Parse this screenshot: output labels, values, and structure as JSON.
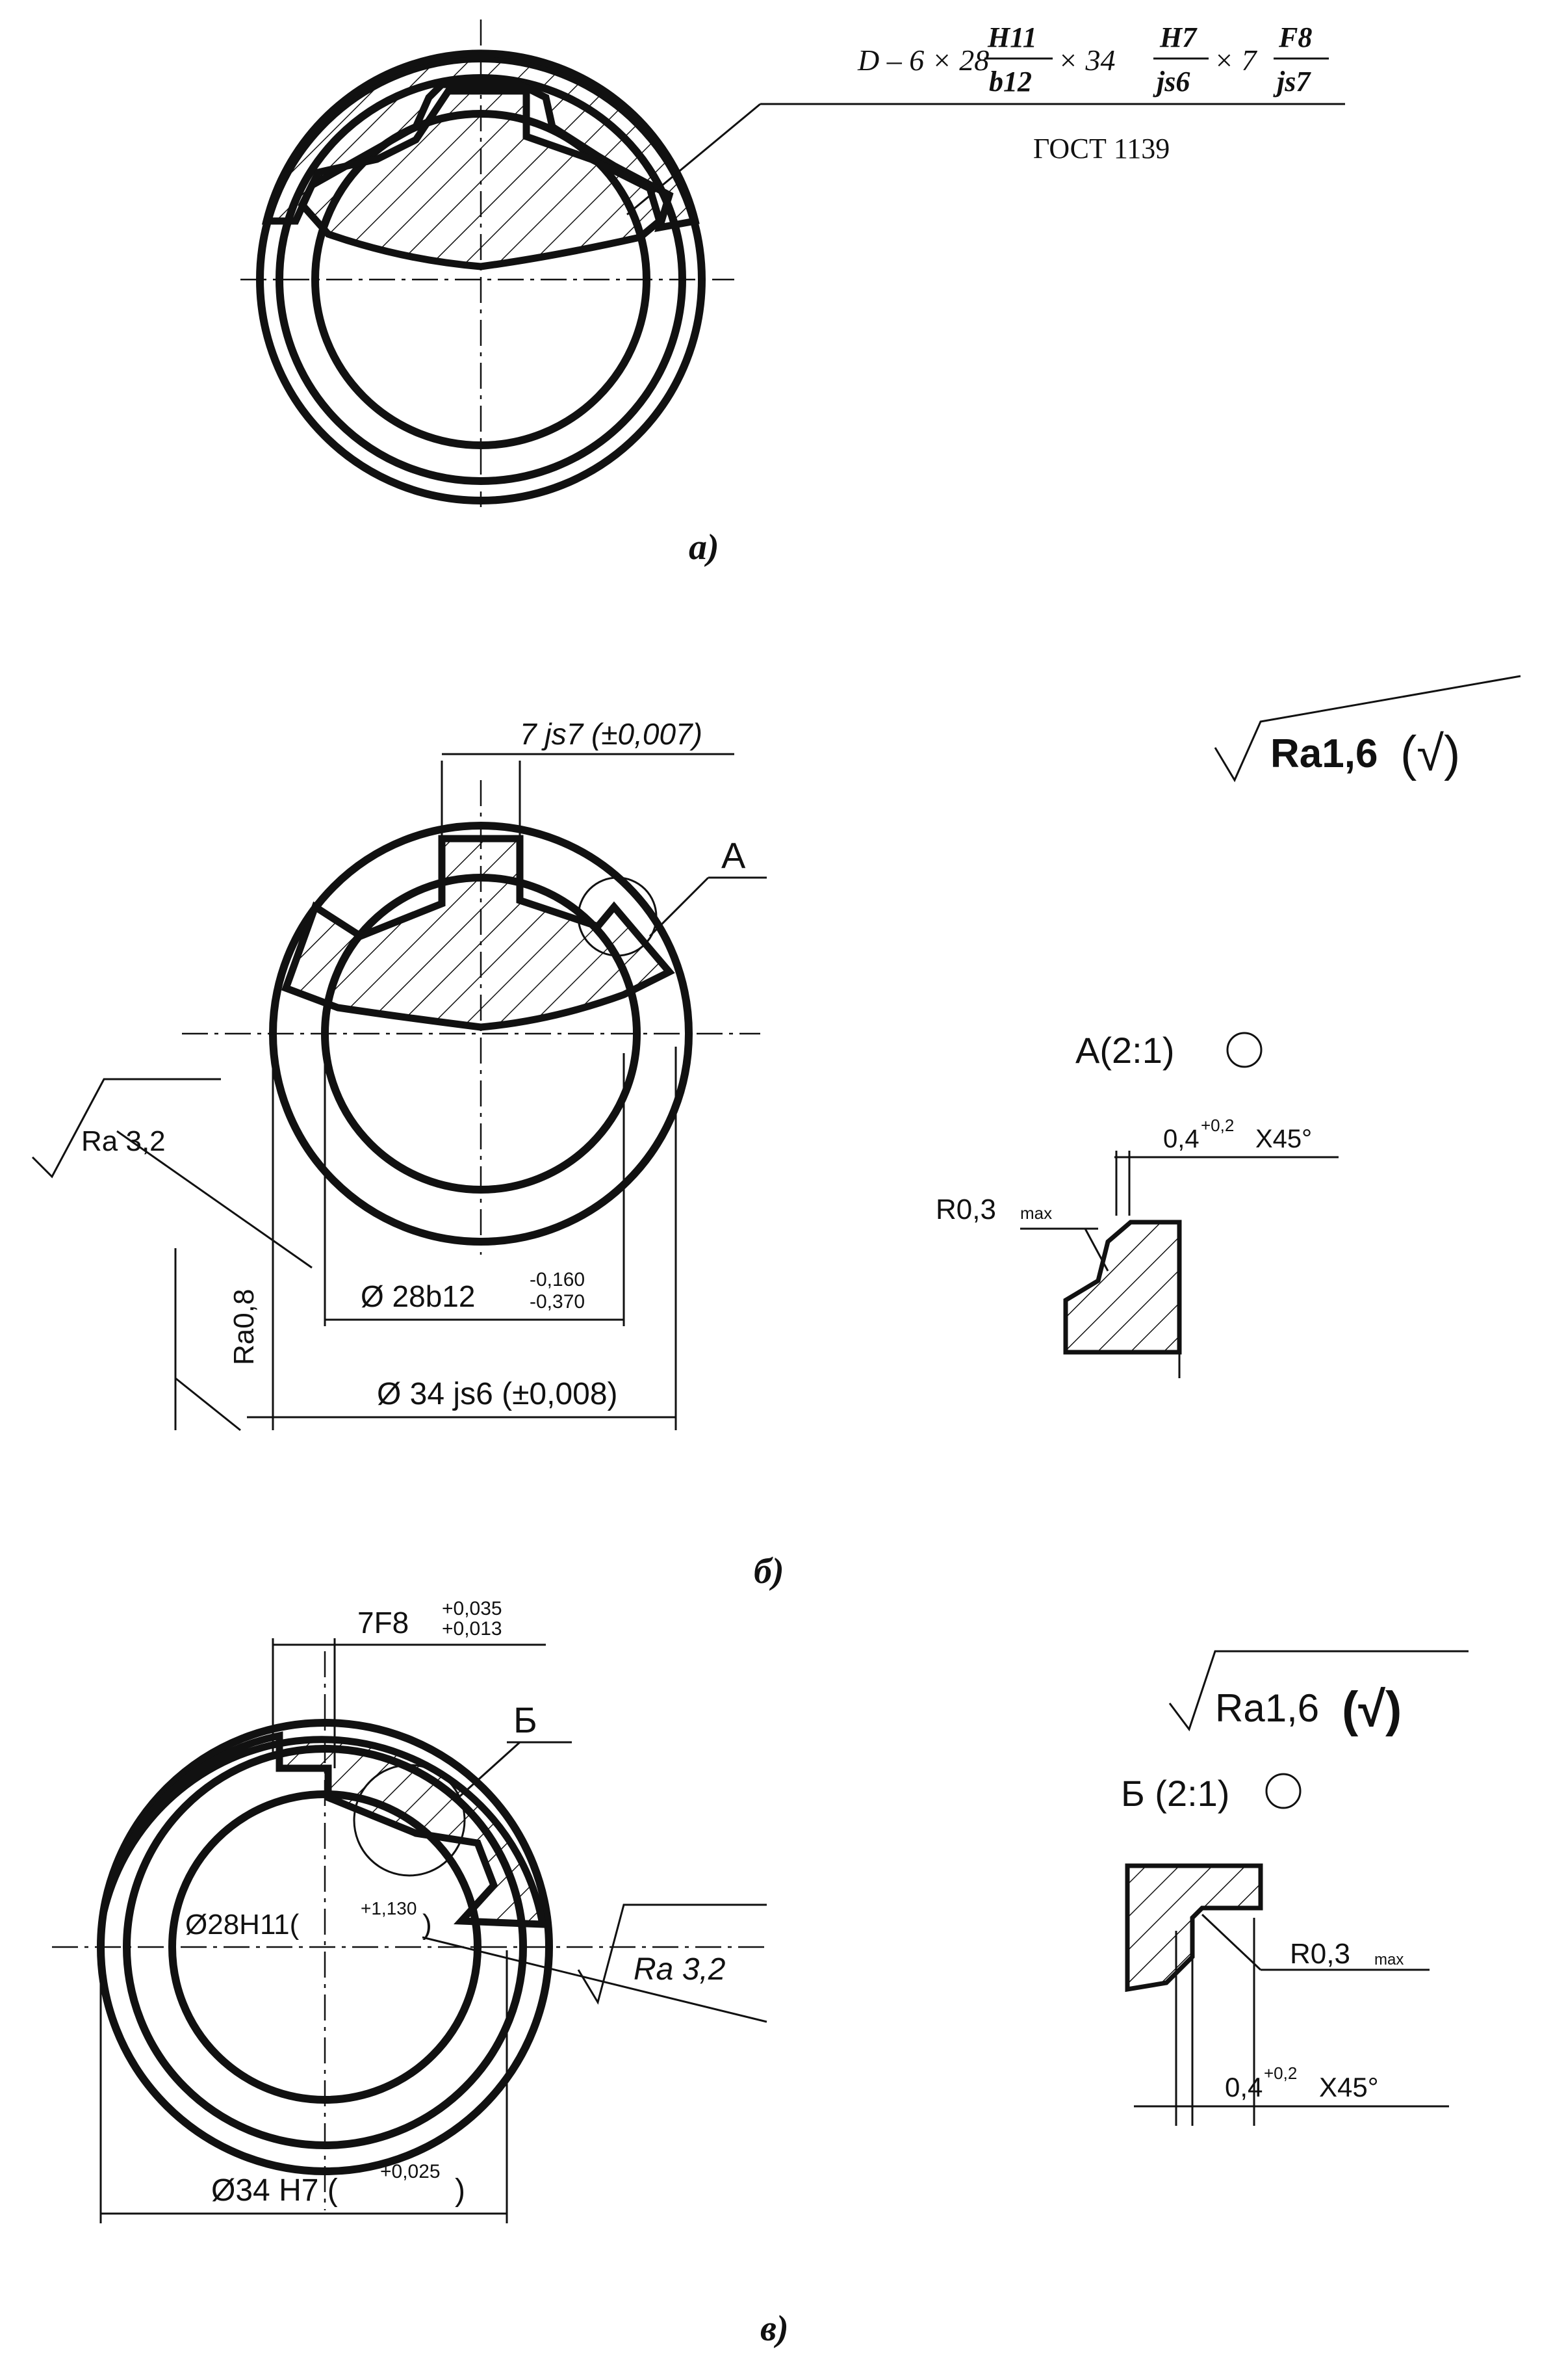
{
  "view_a": {
    "designation": {
      "prefix": "D – 6 × 28",
      "frac1_num": "H11",
      "frac1_den": "b12",
      "mid1": "× 34",
      "frac2_num": "H7",
      "frac2_den": "js6",
      "mid2": "× 7",
      "frac3_num": "F8",
      "frac3_den": "js7"
    },
    "standard": "ГОСТ 1139",
    "caption": "а)"
  },
  "view_b": {
    "width_dim": "7 js7 (±0,007)",
    "detail_marker": "А",
    "roughness_general": "Ra1,6",
    "roughness_side": "Ra 3,2",
    "roughness_inner": "Ra0,8",
    "dia_inner": "Ø 28b12",
    "dia_inner_upper": "-0,160",
    "dia_inner_lower": "-0,370",
    "dia_outer": "Ø 34 js6 (±0,008)",
    "detail_title": "А(2:1)",
    "chamfer": "0,4",
    "chamfer_tol": "+0,2",
    "chamfer_angle": "X45°",
    "radius": "R0,3",
    "radius_sub": "max",
    "caption": "б)"
  },
  "view_c": {
    "width_dim": "7F8",
    "width_upper": "+0,035",
    "width_lower": "+0,013",
    "detail_marker": "Б",
    "dia_inner": "Ø28H11(",
    "dia_inner_upper": "+1,130",
    "roughness_side": "Ra 3,2",
    "dia_outer": "Ø34 H7 (",
    "dia_outer_upper": "+0,025",
    "roughness_general": "Ra1,6",
    "detail_title": "Б (2:1)",
    "radius": "R0,3",
    "radius_sub": "max",
    "chamfer": "0,4",
    "chamfer_tol": "+0,2",
    "chamfer_angle": "X45°",
    "caption": "в)"
  }
}
